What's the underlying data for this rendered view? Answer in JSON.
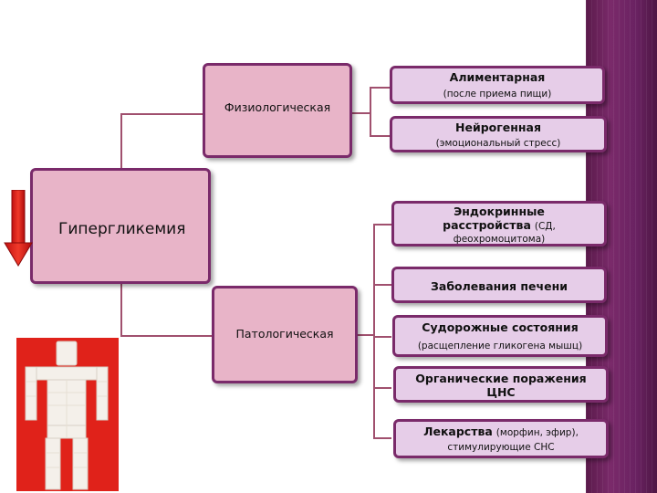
{
  "root": {
    "label": "Гипергликемия"
  },
  "branches": {
    "physiological": {
      "label": "Физиологическая"
    },
    "pathological": {
      "label": "Патологическая"
    }
  },
  "physiological_items": [
    {
      "title": "Алиментарная",
      "detail": "(после приема пищи)"
    },
    {
      "title": "Нейрогенная",
      "detail": "(эмоциональный стресс)"
    }
  ],
  "pathological_items": [
    {
      "title": "Эндокринные",
      "title2": "расстройства",
      "detail_inline": "(СД,",
      "detail": "феохромоцитома)"
    },
    {
      "title": "Заболевания печени"
    },
    {
      "title": "Судорожные состояния",
      "detail": "(расщепление гликогена мышц)"
    },
    {
      "title": "Органические поражения",
      "title2": "ЦНС"
    },
    {
      "title": "Лекарства",
      "detail_inline": "(морфин, эфир),",
      "detail": "стимулирующие СНС"
    }
  ],
  "colors": {
    "box_border": "#7a2a6a",
    "pink_fill": "#e8b4c8",
    "lavender_fill": "#e6cde8",
    "arrow": "#e02020",
    "side_band": "#6a2262",
    "photo_bg": "#e0221a"
  },
  "icons": {
    "arrow": "red-down-arrow-icon",
    "photo": "sugar-cube-figure-image"
  }
}
